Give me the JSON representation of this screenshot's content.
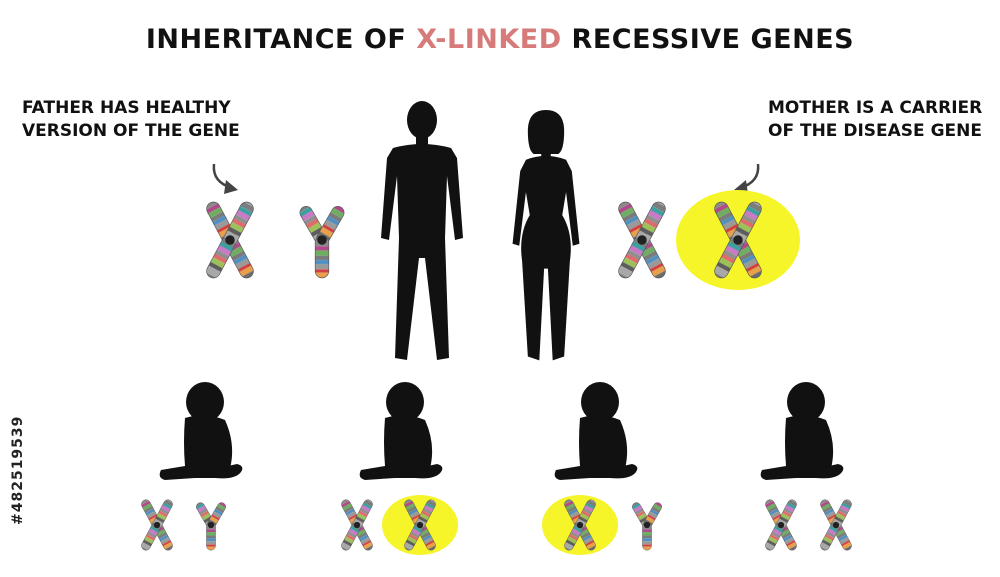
{
  "title": {
    "part1": "INHERITANCE OF ",
    "accent": "X-LINKED",
    "part2": " RECESSIVE GENES"
  },
  "captions": {
    "father_line1": "FATHER HAS HEALTHY",
    "father_line2": "VERSION OF THE GENE",
    "mother_line1": "MOTHER IS A CARRIER",
    "mother_line2": "OF THE DISEASE GENE"
  },
  "stock_id": "#482519539",
  "colors": {
    "highlight": "#f5f529",
    "silhouette": "#111111",
    "title_accent": "#d77a7a"
  },
  "parents": [
    {
      "role": "father",
      "chromosomes": [
        "X",
        "Y"
      ],
      "carrier_highlight": [
        false,
        false
      ]
    },
    {
      "role": "mother",
      "chromosomes": [
        "X",
        "X"
      ],
      "carrier_highlight": [
        false,
        true
      ]
    }
  ],
  "children": [
    {
      "chromosomes": [
        "X",
        "Y"
      ],
      "carrier_highlight": [
        false,
        false
      ]
    },
    {
      "chromosomes": [
        "X",
        "X"
      ],
      "carrier_highlight": [
        false,
        true
      ]
    },
    {
      "chromosomes": [
        "X",
        "Y"
      ],
      "carrier_highlight": [
        true,
        false
      ]
    },
    {
      "chromosomes": [
        "X",
        "X"
      ],
      "carrier_highlight": [
        false,
        false
      ]
    }
  ]
}
